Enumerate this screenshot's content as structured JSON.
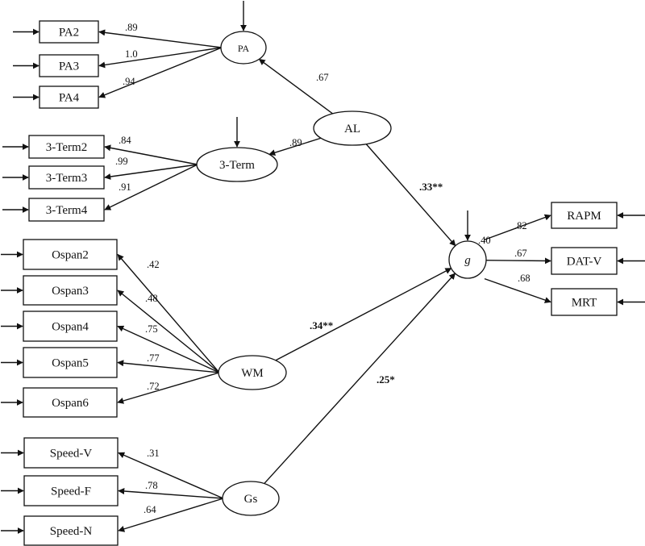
{
  "diagram": {
    "type": "structural-equation-model",
    "latent_factors": [
      {
        "id": "PA",
        "label": "PA"
      },
      {
        "id": "3Term",
        "label": "3-Term"
      },
      {
        "id": "AL",
        "label": "AL"
      },
      {
        "id": "WM",
        "label": "WM"
      },
      {
        "id": "Gs",
        "label": "Gs"
      },
      {
        "id": "g",
        "label": "g"
      }
    ],
    "indicators": [
      {
        "id": "PA2",
        "label": "PA2",
        "factor": "PA",
        "loading": ".89"
      },
      {
        "id": "PA3",
        "label": "PA3",
        "factor": "PA",
        "loading": "1.0"
      },
      {
        "id": "PA4",
        "label": "PA4",
        "factor": "PA",
        "loading": ".94"
      },
      {
        "id": "3Term2",
        "label": "3-Term2",
        "factor": "3Term",
        "loading": ".84"
      },
      {
        "id": "3Term3",
        "label": "3-Term3",
        "factor": "3Term",
        "loading": ".99"
      },
      {
        "id": "3Term4",
        "label": "3-Term4",
        "factor": "3Term",
        "loading": ".91"
      },
      {
        "id": "Ospan2",
        "label": "Ospan2",
        "factor": "WM",
        "loading": ".42"
      },
      {
        "id": "Ospan3",
        "label": "Ospan3",
        "factor": "WM",
        "loading": ".48"
      },
      {
        "id": "Ospan4",
        "label": "Ospan4",
        "factor": "WM",
        "loading": ".75"
      },
      {
        "id": "Ospan5",
        "label": "Ospan5",
        "factor": "WM",
        "loading": ".77"
      },
      {
        "id": "Ospan6",
        "label": "Ospan6",
        "factor": "WM",
        "loading": ".72"
      },
      {
        "id": "SpeedV",
        "label": "Speed-V",
        "factor": "Gs",
        "loading": ".31"
      },
      {
        "id": "SpeedF",
        "label": "Speed-F",
        "factor": "Gs",
        "loading": ".78"
      },
      {
        "id": "SpeedN",
        "label": "Speed-N",
        "factor": "Gs",
        "loading": ".64"
      },
      {
        "id": "RAPM",
        "label": "RAPM",
        "factor": "g",
        "loading": ".82"
      },
      {
        "id": "DATV",
        "label": "DAT-V",
        "factor": "g",
        "loading": ".67"
      },
      {
        "id": "MRT",
        "label": "MRT",
        "factor": "g",
        "loading": ".68"
      }
    ],
    "higher_order_loadings": [
      {
        "from": "AL",
        "to": "PA",
        "value": ".67"
      },
      {
        "from": "AL",
        "to": "3Term",
        "value": ".89"
      }
    ],
    "structural_paths": [
      {
        "from": "AL",
        "to": "g",
        "value": ".33**"
      },
      {
        "from": "WM",
        "to": "g",
        "value": ".34**"
      },
      {
        "from": "Gs",
        "to": "g",
        "value": ".25*"
      }
    ],
    "g_disturbance_label": ".40"
  }
}
